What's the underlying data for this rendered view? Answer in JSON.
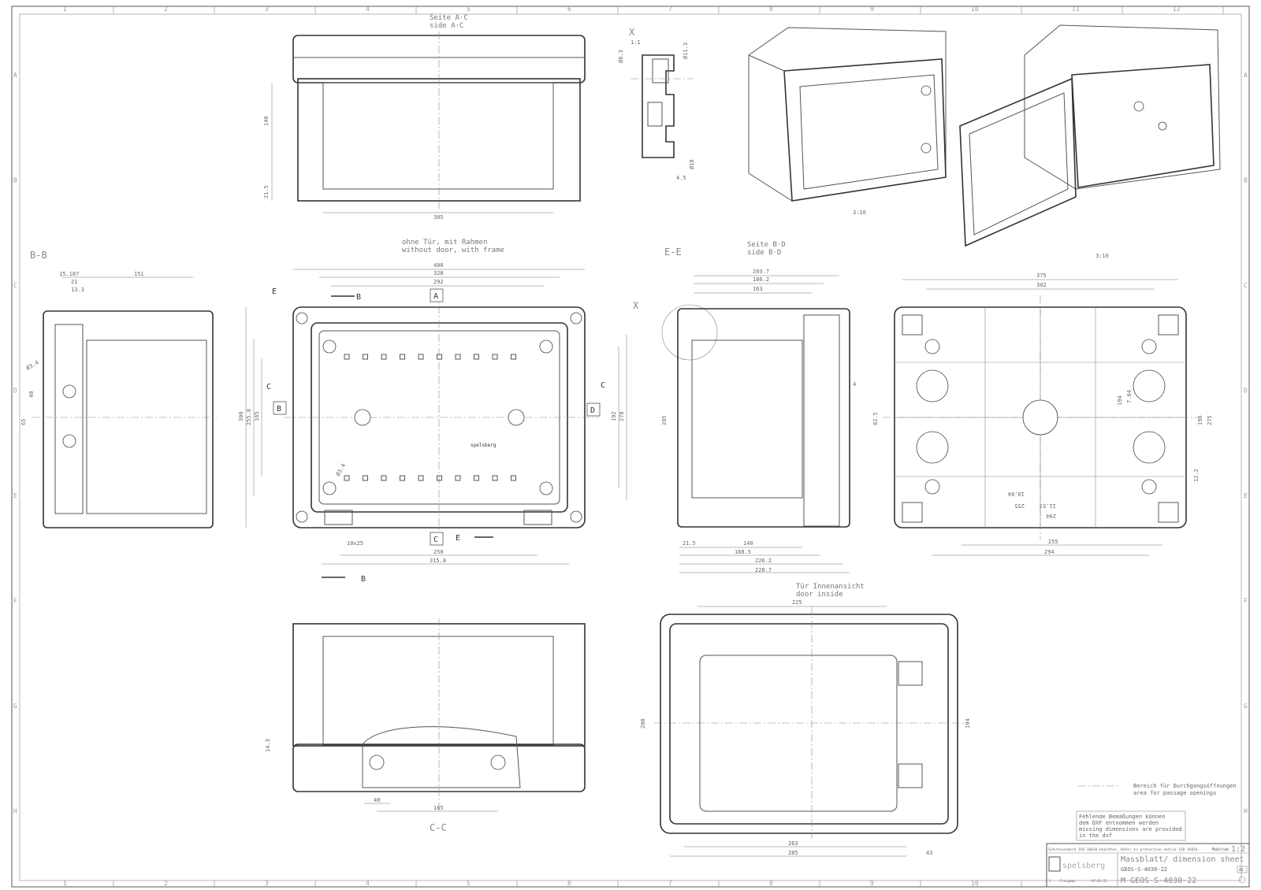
{
  "grid": {
    "columns": [
      "1",
      "2",
      "3",
      "4",
      "5",
      "6",
      "7",
      "8",
      "9",
      "10",
      "11",
      "12"
    ],
    "rows": [
      "A",
      "B",
      "C",
      "D",
      "E",
      "F",
      "G",
      "H"
    ]
  },
  "views": {
    "top": {
      "title_de": "Seite A·C",
      "title_en": "side A·C",
      "dims": [
        "140",
        "21.5",
        "305"
      ]
    },
    "detail_x": {
      "title": "X",
      "scale": "1:1",
      "dims": [
        "Ø6.3",
        "Ø11.3",
        "Ø18",
        "4.5"
      ]
    },
    "iso": {
      "scale_closed": "3:10",
      "scale_open": "3:10"
    },
    "bb": {
      "title": "B-B",
      "dims": [
        "15.187",
        "21",
        "13.3",
        "151",
        "Ø3.4",
        "40",
        "65"
      ]
    },
    "front": {
      "title_de": "ohne Tür, mit Rahmen",
      "title_en": "without door, with frame",
      "dims": [
        "400",
        "328",
        "292",
        "300",
        "255.8",
        "165",
        "192",
        "278",
        "10x25",
        "250",
        "315.8",
        "Ø3.4"
      ],
      "markers": [
        "A",
        "B",
        "C",
        "D",
        "E",
        "E",
        "B",
        "B",
        "C",
        "C"
      ],
      "plate_text": "spelsberg"
    },
    "ee": {
      "title": "E-E",
      "title_de": "Seite B·D",
      "title_en": "side B·D",
      "marker": "X",
      "dims": [
        "203.7",
        "186.2",
        "163",
        "205",
        "21.5",
        "140",
        "168.5",
        "226.2",
        "228.7",
        "4"
      ]
    },
    "back": {
      "dims": [
        "375",
        "302",
        "82.5",
        "194",
        "275",
        "12.2",
        "255",
        "294",
        "196",
        "7.04",
        "10.04",
        "11.57",
        "255",
        "294"
      ]
    },
    "cc": {
      "title": "C-C",
      "dims": [
        "14.3",
        "40",
        "165"
      ]
    },
    "door": {
      "title_de": "Tür Innenansicht",
      "title_en": "door inside",
      "dims": [
        "225",
        "200",
        "194",
        "263",
        "285",
        "43"
      ]
    }
  },
  "legend": {
    "line1": "Bereich für Durchgangsöffnungen",
    "line2": "area for passage openings"
  },
  "note": [
    "Fehlende Bemaßungen können",
    "dem DXF entnommen werden",
    "missing dimensions are provided",
    "in the dxf"
  ],
  "title_block": {
    "protection": "Schutzvermerk ISO 16016 beachten. Refer to protection notice ISO 16016.",
    "scale_label": "Maßstab",
    "scale": "1:2",
    "company": "spelsberg",
    "title": "Massblatt/ dimension sheet",
    "part": "GEOS-S-4030-22",
    "drawing_no": "M-GEOS-S-4030-22",
    "format": "A1",
    "release_row": [
      "1",
      "Freigabe",
      "07.03.22"
    ]
  },
  "colors": {
    "line": "#555555",
    "paper": "#ffffff"
  }
}
